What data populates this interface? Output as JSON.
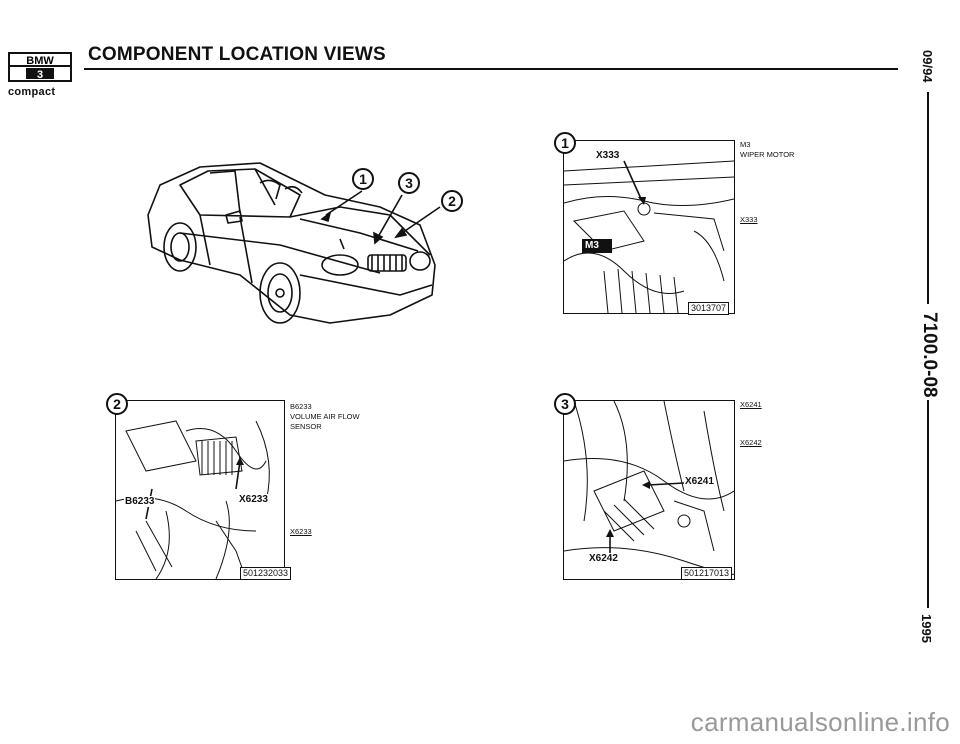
{
  "header": {
    "logo_top": "BMW",
    "logo_bottom": "3",
    "series": "compact",
    "title": "COMPONENT LOCATION VIEWS"
  },
  "side": {
    "date": "09/94",
    "code": "7100.0-08",
    "year": "1995"
  },
  "car_view": {
    "markers": [
      "1",
      "3",
      "2"
    ]
  },
  "figure1": {
    "number": "1",
    "callout_a": "X333",
    "callout_b": "M3",
    "image_no": "3013707",
    "labels": {
      "l1": "M3",
      "l2": "WIPER MOTOR",
      "l3": "X333"
    }
  },
  "figure2": {
    "number": "2",
    "callout_a": "B6233",
    "callout_b": "X6233",
    "image_no": "501232033",
    "labels": {
      "l1": "B6233",
      "l2": "VOLUME AIR FLOW",
      "l3": "SENSOR",
      "l4": "X6233"
    }
  },
  "figure3": {
    "number": "3",
    "callout_a": "X6241",
    "callout_b": "X6242",
    "image_no": "501217013",
    "labels": {
      "l1": "X6241",
      "l2": "X6242"
    }
  },
  "watermark": "carmanualsonline.info"
}
